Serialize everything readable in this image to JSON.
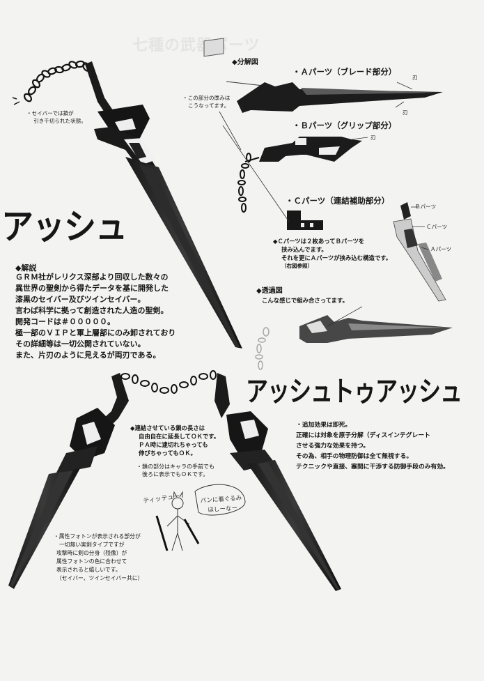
{
  "ghost_text": {
    "title": "七種の武器パーツ",
    "lines": [
      "",
      "",
      "",
      "",
      "",
      "",
      "",
      "",
      ""
    ]
  },
  "top_left": {
    "note_lines": [
      "・セイバーでは鎖が",
      "引き千切られた状態。"
    ]
  },
  "exploded": {
    "heading": "◆分解図",
    "thickness_note": [
      "・この部分の厚みは",
      "こうなってます。"
    ],
    "part_a": "・Ａパーツ（ブレード部分）",
    "part_b": "・Ｂパーツ（グリップ部分）",
    "part_c": "・Ｃパーツ（連結補助部分）",
    "edge_label": "刃",
    "edge_label_2": "刃",
    "edge_label_3": "刃",
    "c_note": [
      "◆Ｃパーツは２枚あってＢパーツを",
      "挟み込んでます。",
      "それを更にＡパーツが挟み込む構造です。",
      "（右図参照）"
    ],
    "side_labels": [
      "Ｂパーツ",
      "Ｃパーツ",
      "Ａパーツ"
    ],
    "xray_heading": "◆透過図",
    "xray_note": "こんな感じで組み合さってます。"
  },
  "ash": {
    "title": "アッシュ",
    "desc_heading": "◆解説",
    "desc_lines": [
      "ＧＲＭ社がレリクス深部より回収した数々の",
      "異世界の聖剣から得たデータを基に開発した",
      "漆黒のセイバー及びツインセイバー。",
      "言わば科学に拠って創造された人造の聖剣。",
      "開発コードは＃０００００。",
      "極一部のＶＩＰと軍上層部にのみ卸されており",
      "その詳細等は一切公開されていない。",
      "また、片刃のように見えるが両刃である。"
    ]
  },
  "ash_to_ash": {
    "title": "アッシュトゥアッシュ",
    "chain_note": [
      "◆連結させている鎖の長さは",
      "自由自在に延長してＯＫです。",
      "ＰＡ時に逮切れちゃっても",
      "伸びちゃってもＯＫ。"
    ],
    "chain_note_2": [
      "・鎖の部分はキャラの手前でも",
      "後ろに表示でもＯＫです。"
    ],
    "effect_note": [
      "・追加効果は即死。",
      "正確には対象を原子分解（ディスインテグレート",
      "させる強力な効果を持つ。",
      "その為、相手の物理防御は全て無視する。",
      "テクニックや直接、塞間に干渉する防御手段のみ有効。"
    ],
    "photon_note": [
      "・属性フォトンが表示される部分が",
      "一切無い実剣タイプですが",
      "攻撃時に剣の分身（残像）が",
      "属性フォトンの色に合わせて",
      "表示されると嬉しいです。",
      "（セイバー、ツインセイバー共に）"
    ],
    "sketch_label": "ティッテュー",
    "sketch_bubble": [
      "パンに着ぐるみ",
      "ほしーなー"
    ]
  }
}
